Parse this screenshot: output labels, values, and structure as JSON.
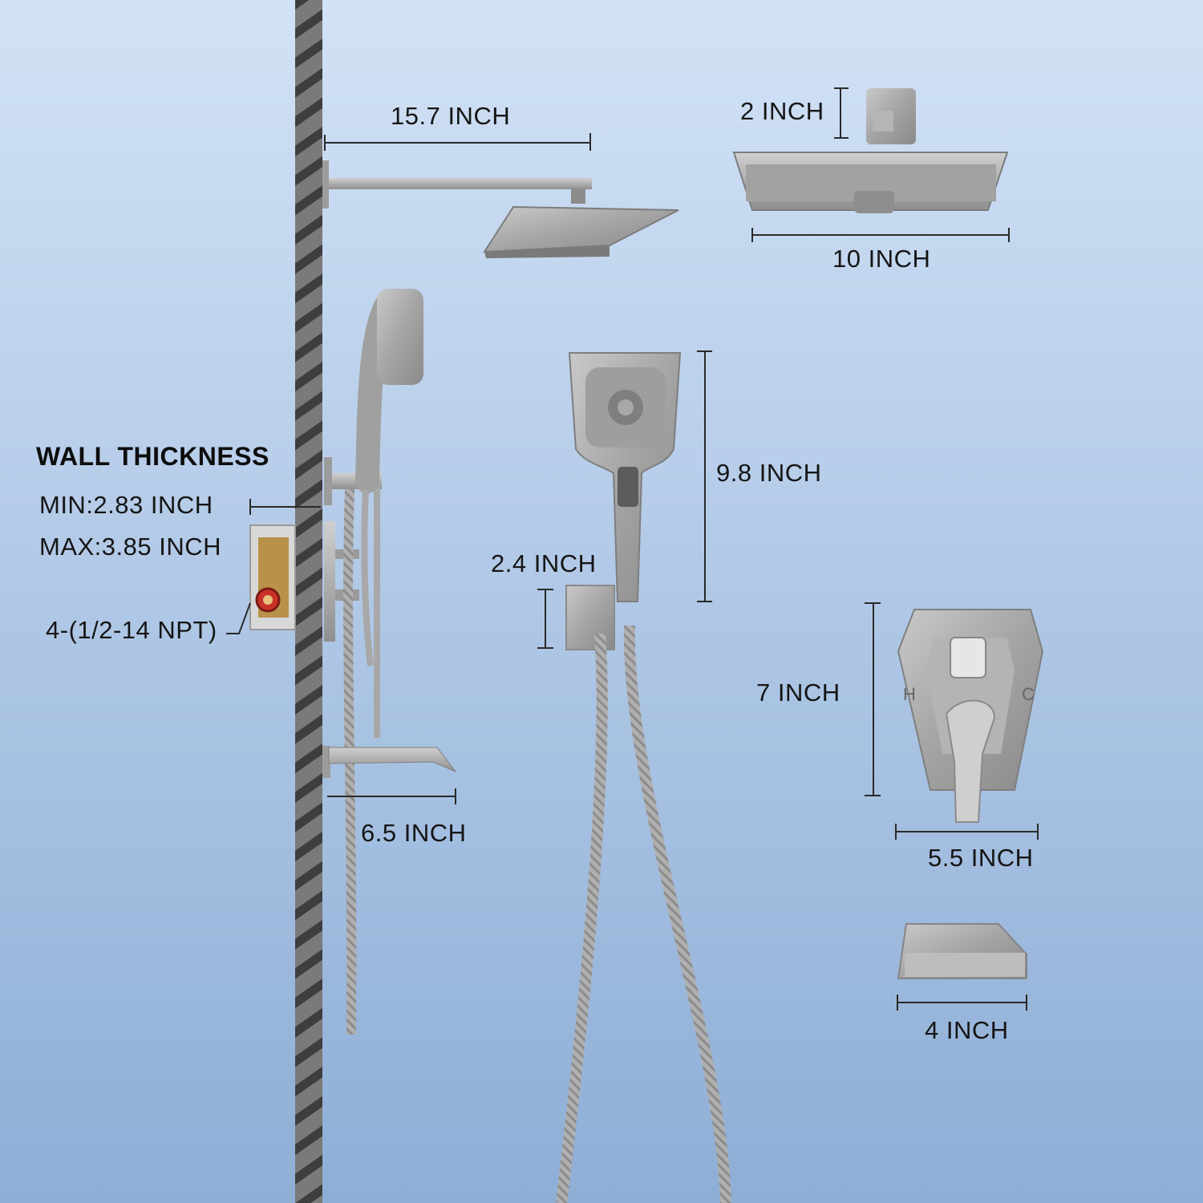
{
  "wall_thickness": {
    "title": "WALL THICKNESS",
    "min": "MIN:2.83 INCH",
    "max": "MAX:3.85 INCH",
    "connection": "4-(1/2-14 NPT)"
  },
  "dimensions": {
    "shower_arm": "15.7 INCH",
    "head_height": "2 INCH",
    "head_width": "10 INCH",
    "handheld_length": "9.8 INCH",
    "holder_height": "2.4 INCH",
    "spout_projection": "6.5 INCH",
    "trim_height": "7 INCH",
    "trim_width": "5.5 INCH",
    "spout_width": "4 INCH"
  },
  "valve_marks": {
    "hot": "H",
    "cold": "C"
  },
  "colors": {
    "background_top": "#d2e2f6",
    "background_bottom": "#8eaed6",
    "metal": "#a9a9a9",
    "dimension_line": "#2a2a2a",
    "brass": "#b8924a",
    "red_port": "#c8322a"
  }
}
